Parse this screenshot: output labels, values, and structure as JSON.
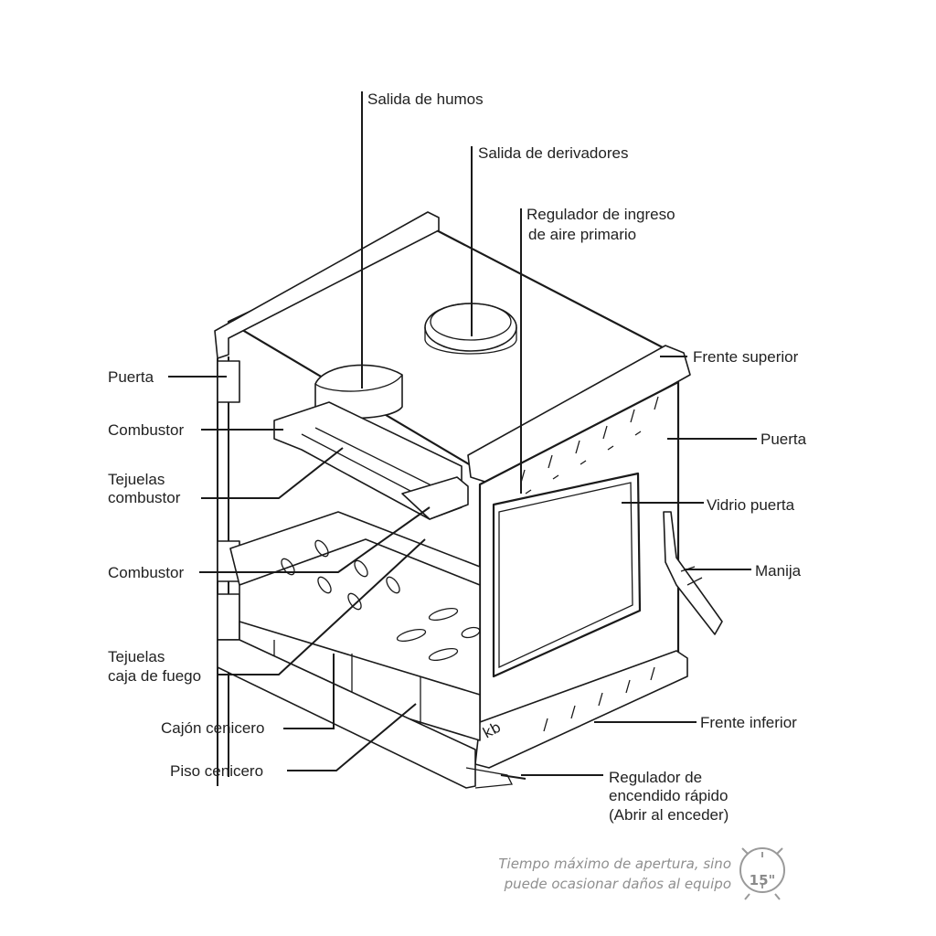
{
  "labels": {
    "salida_humos": "Salida de humos",
    "salida_derivadores": "Salida de derivadores",
    "regulador_aire_1": "Regulador de ingreso",
    "regulador_aire_2": "de aire primario",
    "frente_superior": "Frente superior",
    "puerta_derecha": "Puerta",
    "vidrio_puerta": "Vidrio puerta",
    "manija": "Manija",
    "frente_inferior": "Frente inferior",
    "regulador_encendido_1": "Regulador de",
    "regulador_encendido_2": "encendido rápido",
    "regulador_encendido_3": "(Abrir al enceder)",
    "puerta_izquierda": "Puerta",
    "combustor_superior": "Combustor",
    "tejuelas_combustor_1": "Tejuelas",
    "tejuelas_combustor_2": "combustor",
    "combustor_inferior": "Combustor",
    "tejuelas_caja_1": "Tejuelas",
    "tejuelas_caja_2": "caja de fuego",
    "cajon_cenicero": "Cajón cenicero",
    "piso_cenicero": "Piso cenicero"
  },
  "note": {
    "line1": "Tiempo máximo de apertura, sino",
    "line2": "puede ocasionar daños al equipo",
    "badge": "15\""
  },
  "brand_mark": "kb",
  "colors": {
    "line": "#1a1a1a",
    "note_text": "#8f8f8f",
    "badge": "#9a9a9a"
  }
}
